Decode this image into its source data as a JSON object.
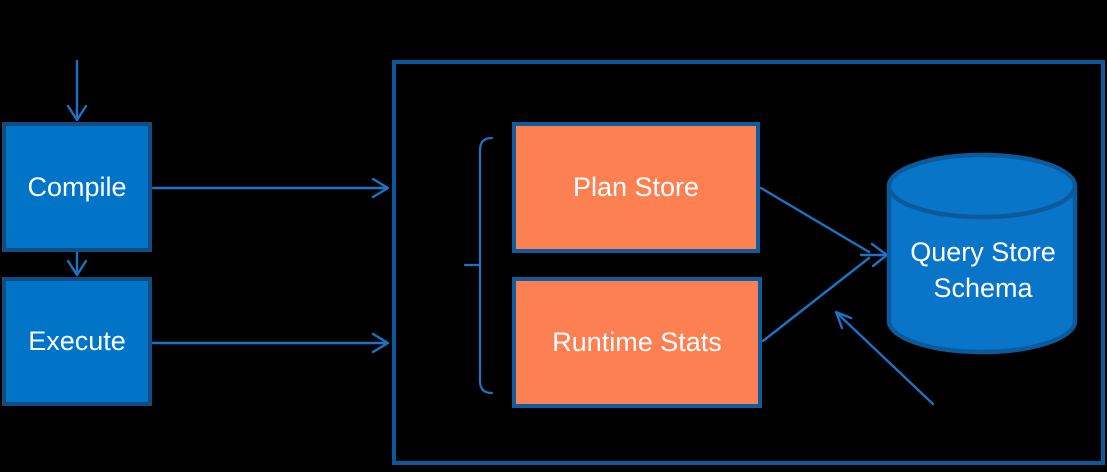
{
  "diagram": {
    "nodes": {
      "compile": {
        "label": "Compile"
      },
      "execute": {
        "label": "Execute"
      },
      "plan_store": {
        "label": "Plan Store"
      },
      "runtime_stats": {
        "label": "Runtime Stats"
      },
      "query_store_schema": {
        "label": "Query Store Schema"
      }
    },
    "edges": [
      {
        "from": "external-top",
        "to": "compile",
        "type": "arrow"
      },
      {
        "from": "compile",
        "to": "execute",
        "type": "arrow"
      },
      {
        "from": "compile",
        "to": "query-store-container",
        "type": "arrow"
      },
      {
        "from": "execute",
        "to": "query-store-container",
        "type": "arrow"
      },
      {
        "from": "plan_store",
        "to": "query_store_schema",
        "type": "arrow"
      },
      {
        "from": "runtime_stats",
        "to": "query_store_schema",
        "type": "arrow"
      },
      {
        "from": "external-bottom",
        "to": "query_store_schema",
        "type": "arrow"
      },
      {
        "from": "bracket",
        "to": "plan_store+runtime_stats",
        "type": "grouping-brace"
      }
    ],
    "colors": {
      "background": "#000000",
      "blue_node_fill": "#0074C7",
      "blue_node_border": "#124C82",
      "container_border": "#0B589B",
      "orange_node_fill": "#FC8052",
      "orange_node_border": "#0E5C9E",
      "arrow": "#1C72C4",
      "cylinder_fill": "#0875C8",
      "cylinder_stroke": "#0C5A9B",
      "text": "#FFFFFF"
    }
  }
}
